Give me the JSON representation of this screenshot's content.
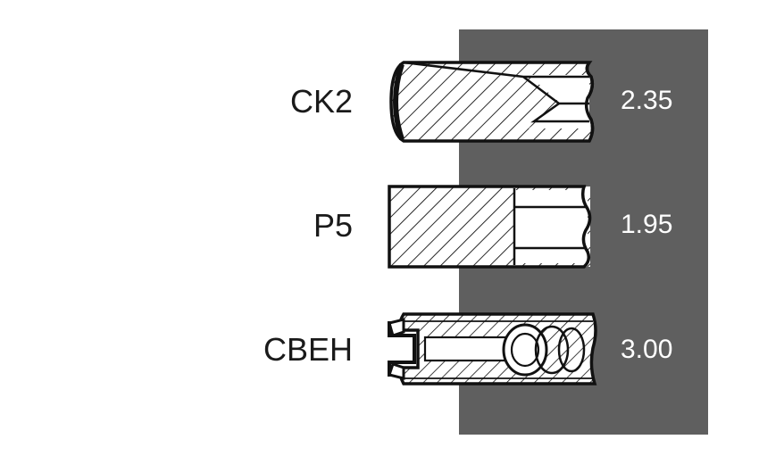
{
  "rings": [
    {
      "label": "CK2",
      "value": "2.35"
    },
    {
      "label": "P5",
      "value": "1.95"
    },
    {
      "label": "CBEH",
      "value": "3.00"
    }
  ],
  "colors": {
    "panel": "#5f5f5f",
    "stroke": "#111111",
    "fill": "#ffffff",
    "value_text": "#ffffff",
    "label_text": "#1a1a1a"
  }
}
